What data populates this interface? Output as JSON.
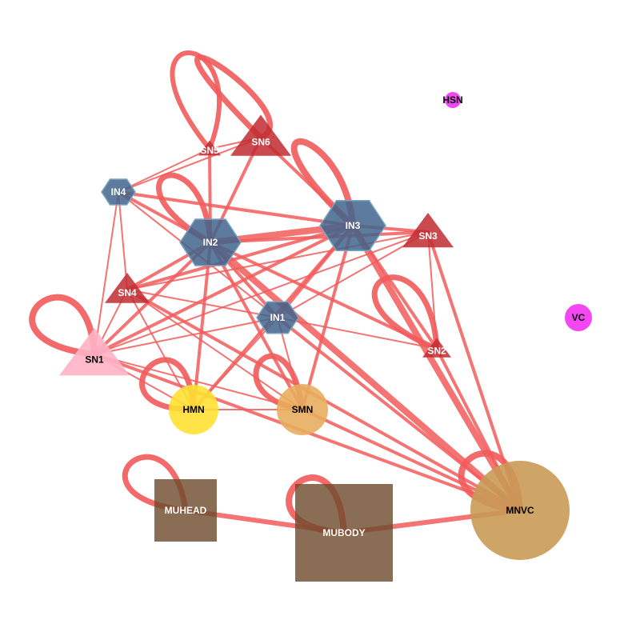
{
  "colors": {
    "edge": "#f25a5a",
    "sensory": "#bf2b30",
    "sn1": "#ffb3c6",
    "interneuron": "#40648c",
    "interneuron_border": "#7aa3c4",
    "hmn": "#ffe033",
    "smn": "#e8ad5e",
    "muscle": "#6b4a2a",
    "mnvc": "#c99a56",
    "magenta": "#f347f3"
  },
  "nodes": [
    {
      "id": "SN6",
      "label": "SN6",
      "shape": "triangle"
    },
    {
      "id": "SN5",
      "label": "SN5",
      "shape": "triangle"
    },
    {
      "id": "HSN",
      "label": "HSN",
      "shape": "circle"
    },
    {
      "id": "IN4",
      "label": "IN4",
      "shape": "hexagon"
    },
    {
      "id": "IN3",
      "label": "IN3",
      "shape": "hexagon"
    },
    {
      "id": "IN2",
      "label": "IN2",
      "shape": "hexagon"
    },
    {
      "id": "SN3",
      "label": "SN3",
      "shape": "triangle"
    },
    {
      "id": "SN4",
      "label": "SN4",
      "shape": "triangle"
    },
    {
      "id": "VC",
      "label": "VC",
      "shape": "circle"
    },
    {
      "id": "IN1",
      "label": "IN1",
      "shape": "hexagon"
    },
    {
      "id": "SN2",
      "label": "SN2",
      "shape": "triangle"
    },
    {
      "id": "SN1",
      "label": "SN1",
      "shape": "triangle"
    },
    {
      "id": "HMN",
      "label": "HMN",
      "shape": "circle"
    },
    {
      "id": "SMN",
      "label": "SMN",
      "shape": "circle"
    },
    {
      "id": "MUHEAD",
      "label": "MUHEAD",
      "shape": "square"
    },
    {
      "id": "MUBODY",
      "label": "MUBODY",
      "shape": "square"
    },
    {
      "id": "MNVC",
      "label": "MNVC",
      "shape": "circle"
    }
  ],
  "edges": [
    [
      "SN6",
      "SN5"
    ],
    [
      "SN6",
      "IN4"
    ],
    [
      "SN6",
      "IN2"
    ],
    [
      "SN6",
      "IN3"
    ],
    [
      "SN5",
      "IN4"
    ],
    [
      "SN5",
      "IN2"
    ],
    [
      "IN4",
      "IN2"
    ],
    [
      "IN4",
      "IN3"
    ],
    [
      "IN4",
      "SN4"
    ],
    [
      "IN4",
      "SN1"
    ],
    [
      "IN4",
      "IN1"
    ],
    [
      "IN2",
      "IN3"
    ],
    [
      "IN2",
      "SN4"
    ],
    [
      "IN2",
      "SN1"
    ],
    [
      "IN2",
      "IN1"
    ],
    [
      "IN2",
      "HMN"
    ],
    [
      "IN2",
      "SMN"
    ],
    [
      "IN2",
      "SN3"
    ],
    [
      "IN2",
      "MNVC"
    ],
    [
      "IN2",
      "SN2"
    ],
    [
      "IN3",
      "SN3"
    ],
    [
      "IN3",
      "IN1"
    ],
    [
      "IN3",
      "SN4"
    ],
    [
      "IN3",
      "SN1"
    ],
    [
      "IN3",
      "SMN"
    ],
    [
      "IN3",
      "SN2"
    ],
    [
      "IN3",
      "MNVC"
    ],
    [
      "IN3",
      "HMN"
    ],
    [
      "SN3",
      "IN1"
    ],
    [
      "SN3",
      "SN2"
    ],
    [
      "SN3",
      "MNVC"
    ],
    [
      "SN3",
      "SN4"
    ],
    [
      "SN3",
      "SN1"
    ],
    [
      "SN4",
      "IN1"
    ],
    [
      "SN4",
      "SN1"
    ],
    [
      "SN4",
      "HMN"
    ],
    [
      "SN4",
      "SMN"
    ],
    [
      "SN4",
      "MNVC"
    ],
    [
      "IN1",
      "SN1"
    ],
    [
      "IN1",
      "HMN"
    ],
    [
      "IN1",
      "SMN"
    ],
    [
      "IN1",
      "SN2"
    ],
    [
      "IN1",
      "MNVC"
    ],
    [
      "SN2",
      "MNVC"
    ],
    [
      "SN1",
      "HMN"
    ],
    [
      "SN1",
      "SMN"
    ],
    [
      "SN1",
      "MNVC"
    ],
    [
      "HMN",
      "SMN"
    ],
    [
      "SMN",
      "MNVC"
    ],
    [
      "MUHEAD",
      "MUBODY"
    ],
    [
      "MUBODY",
      "MNVC"
    ]
  ],
  "self_loops": [
    "SN6",
    "SN5",
    "IN3",
    "SN2",
    "SN1",
    "IN2",
    "HMN",
    "SMN",
    "MUHEAD",
    "MUBODY",
    "MNVC"
  ]
}
